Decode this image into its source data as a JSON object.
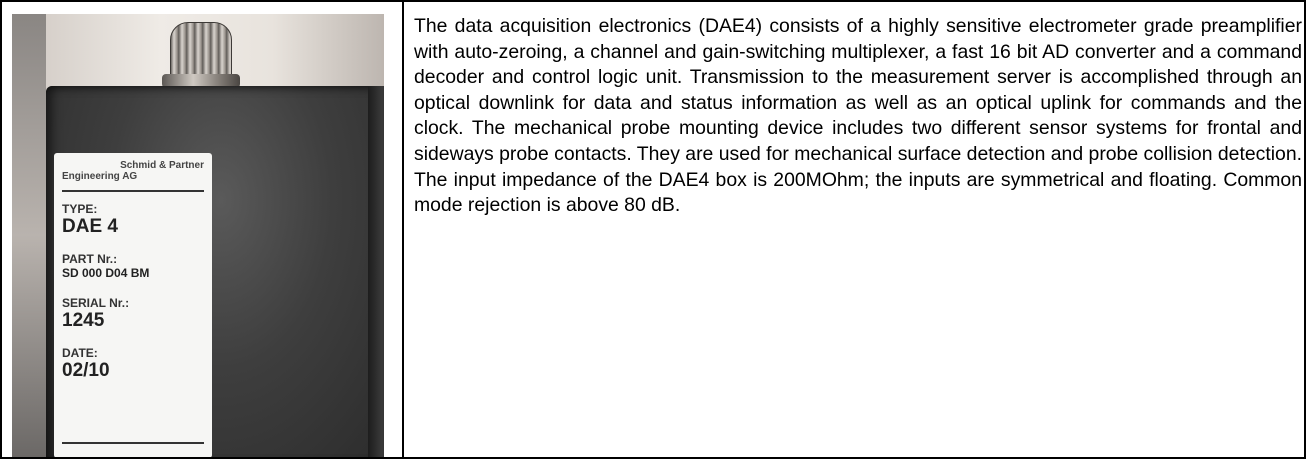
{
  "label": {
    "maker_line1": "Schmid & Partner",
    "maker_line2": "Engineering AG",
    "type_label": "TYPE:",
    "type_value": "DAE 4",
    "part_label": "PART Nr.:",
    "part_value": "SD 000 D04 BM",
    "serial_label": "SERIAL Nr.:",
    "serial_value": "1245",
    "date_label": "DATE:",
    "date_value": "02/10"
  },
  "description": {
    "text": "The data acquisition electronics (DAE4) consists of a highly sensitive electrometer grade preamplifier with auto-zeroing, a channel and gain-switching multiplexer, a fast 16 bit AD converter and a command decoder and control logic unit. Transmission to the measurement server is accomplished through an optical downlink for data and status information as well as an optical uplink for commands and the clock. The mechanical probe mounting device includes two different sensor systems for frontal and sideways probe contacts. They are used for mechanical surface detection and probe collision detection.  The input impedance of the DAE4 box is 200MOhm; the inputs are symmetrical and floating. Common mode rejection is above 80 dB."
  }
}
